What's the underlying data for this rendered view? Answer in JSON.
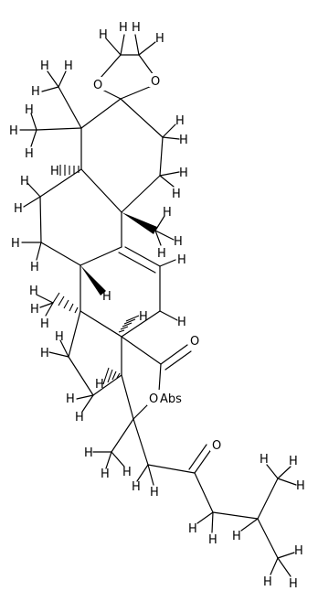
{
  "molecule": {
    "labels": {
      "H": "H",
      "O": "O",
      "abs": "Abs"
    }
  }
}
